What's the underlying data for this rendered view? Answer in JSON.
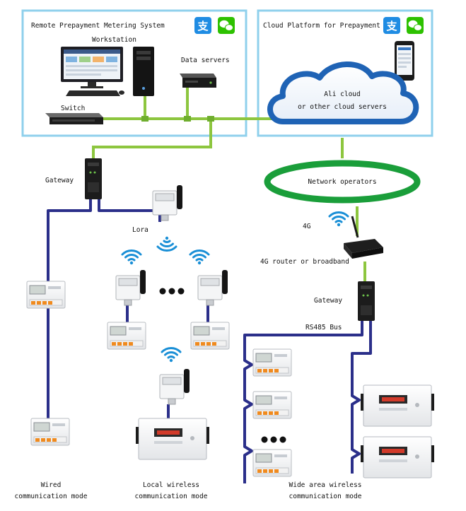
{
  "panels": {
    "remote": {
      "title": "Remote Prepayment Metering System",
      "workstation": "Workstation",
      "data_servers": "Data servers",
      "switch": "Switch"
    },
    "cloud": {
      "title": "Cloud Platform for Prepayment",
      "cloud_line1": "Ali cloud",
      "cloud_line2": "or other cloud servers"
    }
  },
  "network_operators": "Network operators",
  "labels": {
    "gateway_left": "Gateway",
    "lora": "Lora",
    "fourg": "4G",
    "router": "4G router or broadband",
    "gateway_right": "Gateway",
    "rs485": "RS485 Bus"
  },
  "modes": {
    "wired_line1": "Wired",
    "wired_line2": "communication mode",
    "local_line1": "Local wireless",
    "local_line2": "communication mode",
    "wide_line1": "Wide area wireless",
    "wide_line2": "communication mode"
  },
  "icon_glyphs": {
    "alipay": "支"
  },
  "colors": {
    "panel_border": "#8fd0ec",
    "green_line": "#8dc63f",
    "blue_bus": "#2b2f8a",
    "cloud_blue": "#1f63b5",
    "ring_green": "#1a9e3a",
    "alipay_blue": "#1f8ce3",
    "wechat_green": "#2dc100"
  }
}
